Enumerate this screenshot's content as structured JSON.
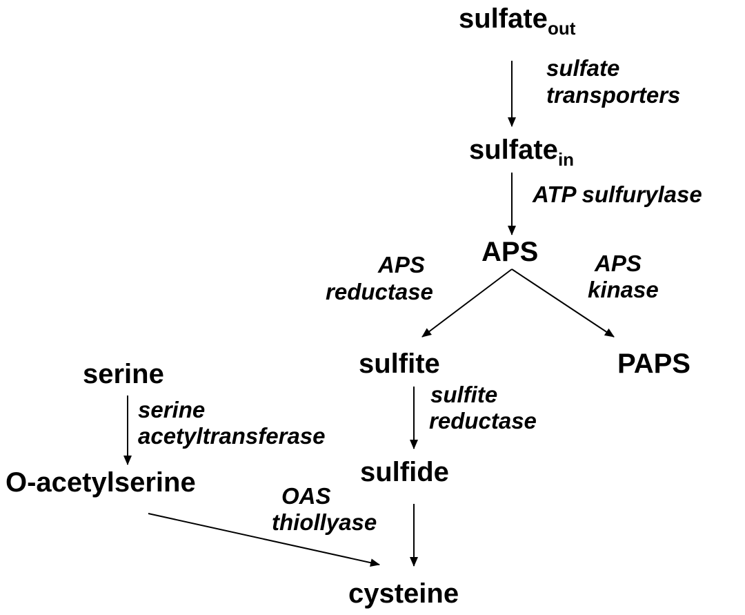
{
  "metabolites": {
    "sulfate_out": {
      "base": "sulfate",
      "subscript": "out"
    },
    "sulfate_in": {
      "base": "sulfate",
      "subscript": "in"
    },
    "aps": "APS",
    "sulfite": "sulfite",
    "paps": "PAPS",
    "serine": "serine",
    "o_acetylserine": "O-acetylserine",
    "sulfide": "sulfide",
    "cysteine": "cysteine"
  },
  "enzymes": {
    "sulfate_transporters": [
      "sulfate",
      "transporters"
    ],
    "atp_sulfurylase": [
      "ATP sulfurylase"
    ],
    "aps_reductase": [
      "APS",
      "reductase"
    ],
    "aps_kinase": [
      "APS",
      "kinase"
    ],
    "sulfite_reductase": [
      "sulfite",
      "reductase"
    ],
    "serine_acetyltransferase": [
      "serine",
      "acetyltransferase"
    ],
    "oas_thiollyase": [
      "OAS",
      "thiollyase"
    ]
  }
}
